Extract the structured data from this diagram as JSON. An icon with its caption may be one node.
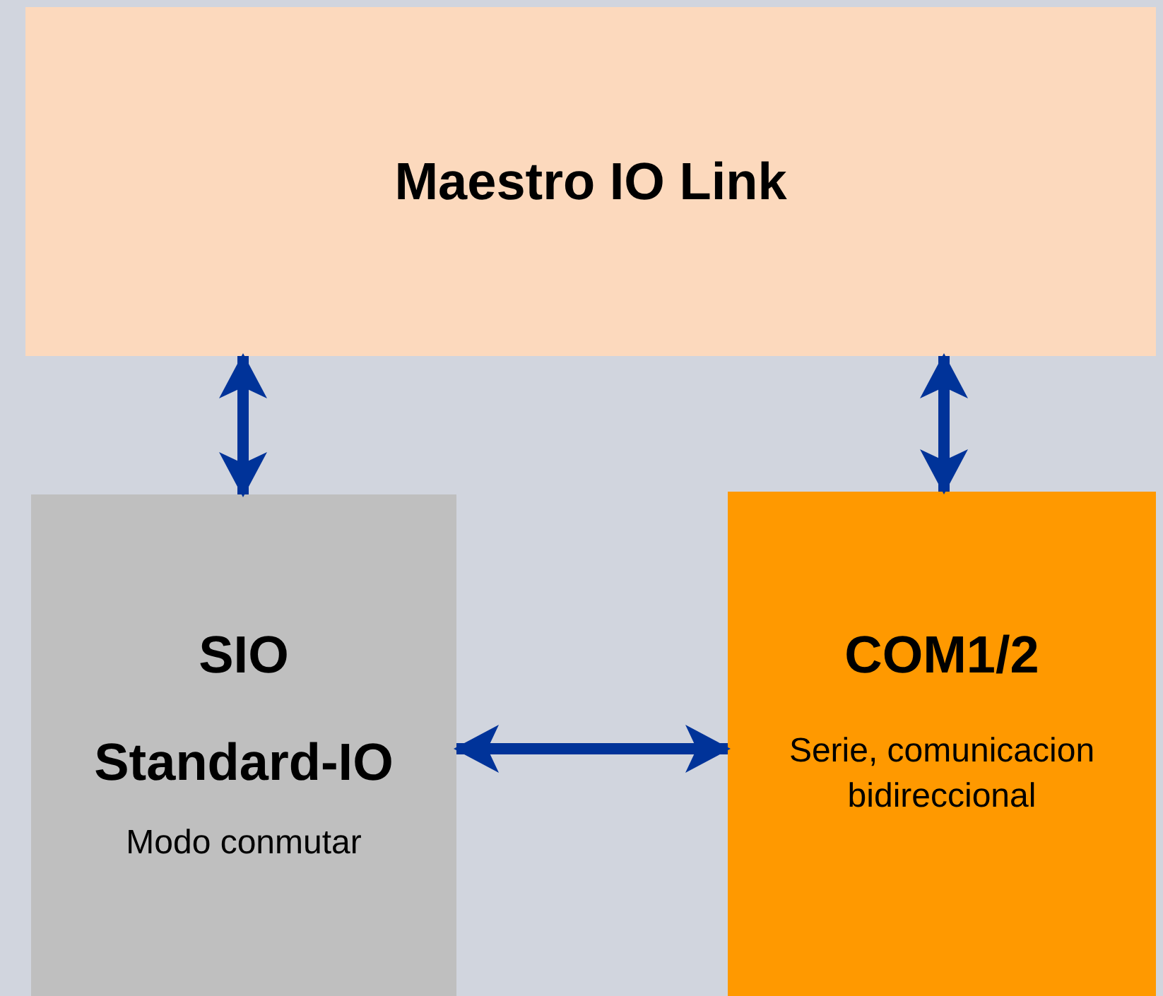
{
  "diagram": {
    "nodes": [
      {
        "text": [
          "Maestro IO Link"
        ]
      },
      {
        "text": [
          "SIO",
          "Standard-IO",
          "Modo conmutar"
        ]
      },
      {
        "text": [
          "COM1/2",
          "Serie, comunicacion bidireccional"
        ]
      }
    ],
    "edges": [
      {
        "from": 0,
        "to": 1,
        "arrow": "both"
      },
      {
        "from": 0,
        "to": 2,
        "arrow": "both"
      },
      {
        "from": 1,
        "to": 2,
        "arrow": "both"
      }
    ]
  }
}
